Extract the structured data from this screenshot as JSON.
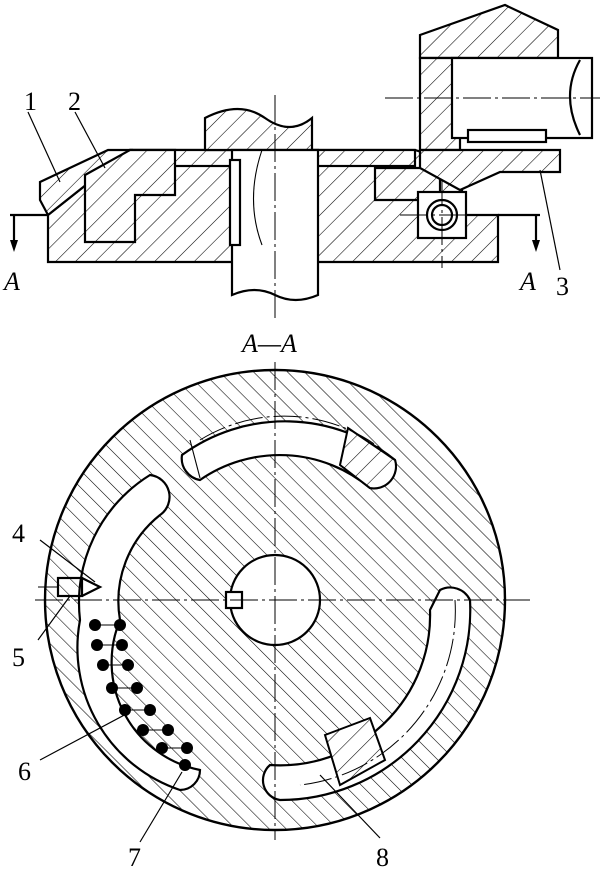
{
  "labels": {
    "part_1": "1",
    "part_2": "2",
    "part_3": "3",
    "part_4": "4",
    "part_5": "5",
    "part_6": "6",
    "part_7": "7",
    "part_8": "8",
    "section_left": "A",
    "section_right": "A",
    "section_title": "A—A"
  },
  "style": {
    "line_color": "#000000",
    "background": "#ffffff"
  }
}
